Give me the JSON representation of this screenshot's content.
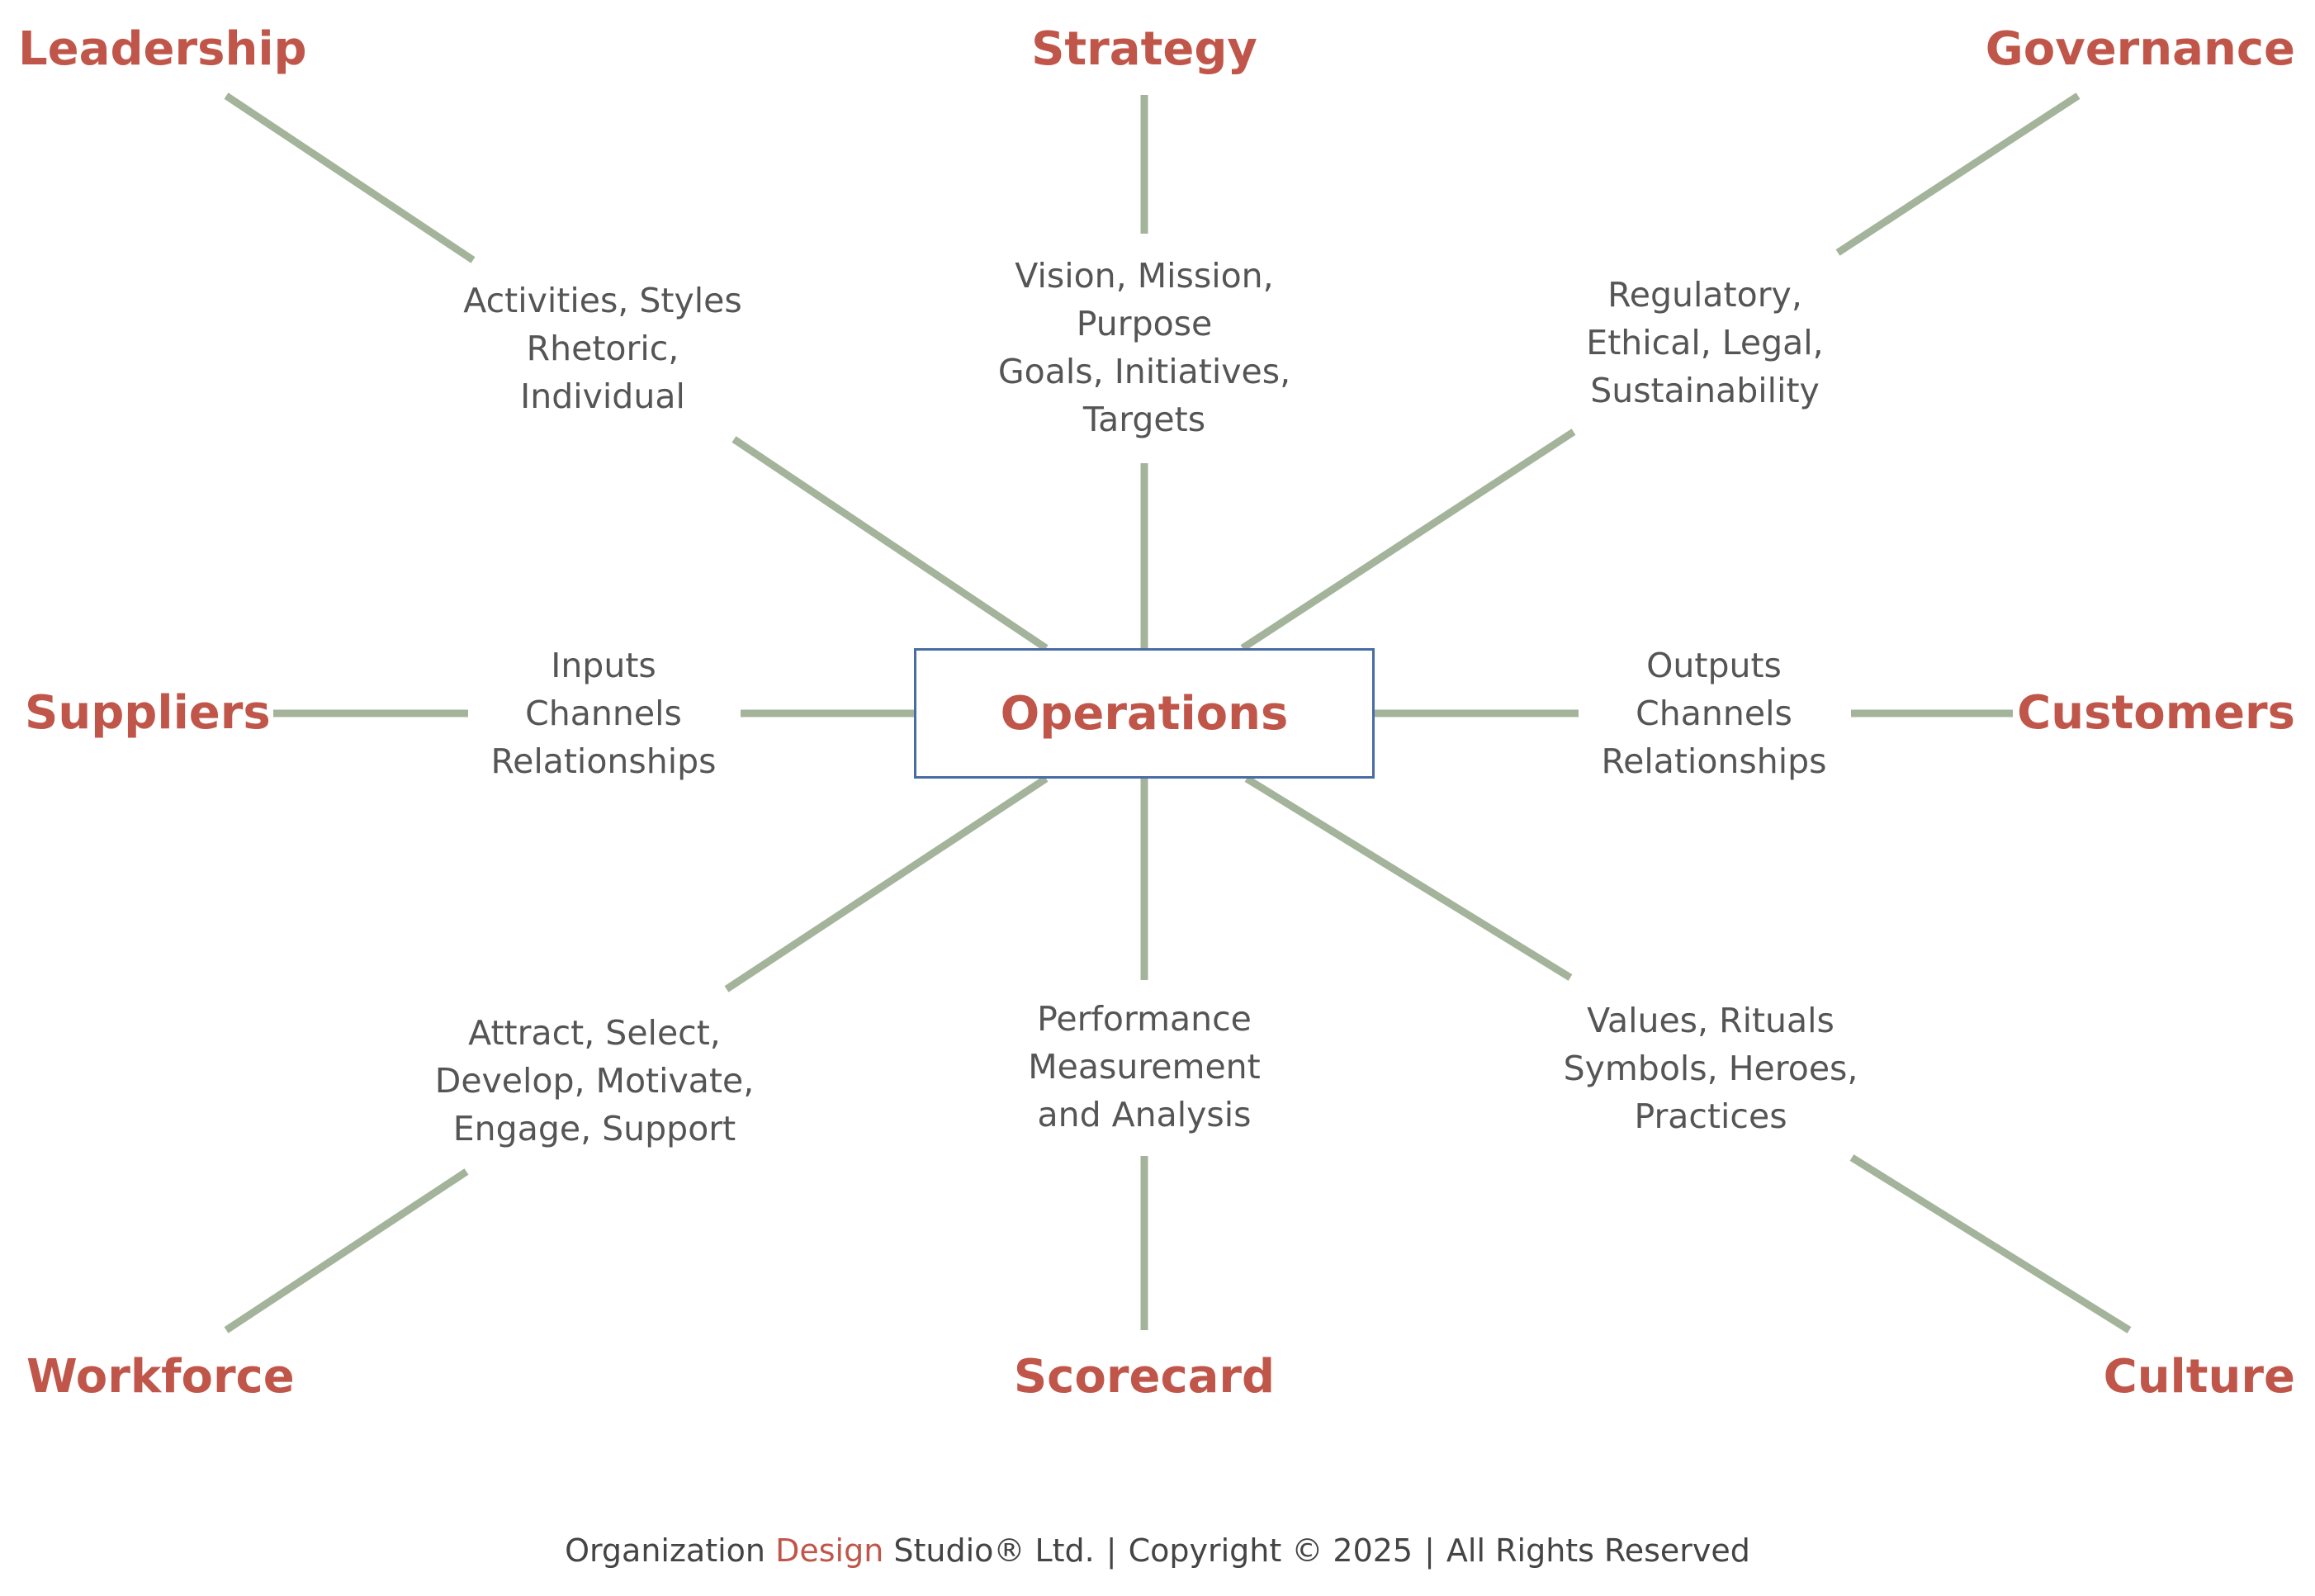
{
  "center": {
    "label": "Operations"
  },
  "nodes": {
    "leadership": {
      "label": "Leadership",
      "lines": [
        "Activities, Styles",
        "Rhetoric,",
        "Individual"
      ]
    },
    "strategy": {
      "label": "Strategy",
      "lines": [
        "Vision, Mission,",
        "Purpose",
        "Goals, Initiatives,",
        "Targets"
      ]
    },
    "governance": {
      "label": "Governance",
      "lines": [
        "Regulatory,",
        "Ethical, Legal,",
        "Sustainability"
      ]
    },
    "suppliers": {
      "label": "Suppliers",
      "lines": [
        "Inputs",
        "Channels",
        "Relationships"
      ]
    },
    "customers": {
      "label": "Customers",
      "lines": [
        "Outputs",
        "Channels",
        "Relationships"
      ]
    },
    "workforce": {
      "label": "Workforce",
      "lines": [
        "Attract, Select,",
        "Develop, Motivate,",
        "Engage, Support"
      ]
    },
    "scorecard": {
      "label": "Scorecard",
      "lines": [
        "Performance",
        "Measurement",
        "and Analysis"
      ]
    },
    "culture": {
      "label": "Culture",
      "lines": [
        "Values, Rituals",
        "Symbols, Heroes,",
        "Practices"
      ]
    }
  },
  "footer": {
    "part1": "Organization ",
    "accent": "Design",
    "part2": " Studio® Ltd.",
    "copyright": "Copyright © 2025",
    "rights": "All Rights Reserved",
    "separator": "|"
  },
  "colors": {
    "accent": "#c0564a",
    "connector": "#a3b49b",
    "box_border": "#4a6ca5",
    "text": "#555555"
  }
}
